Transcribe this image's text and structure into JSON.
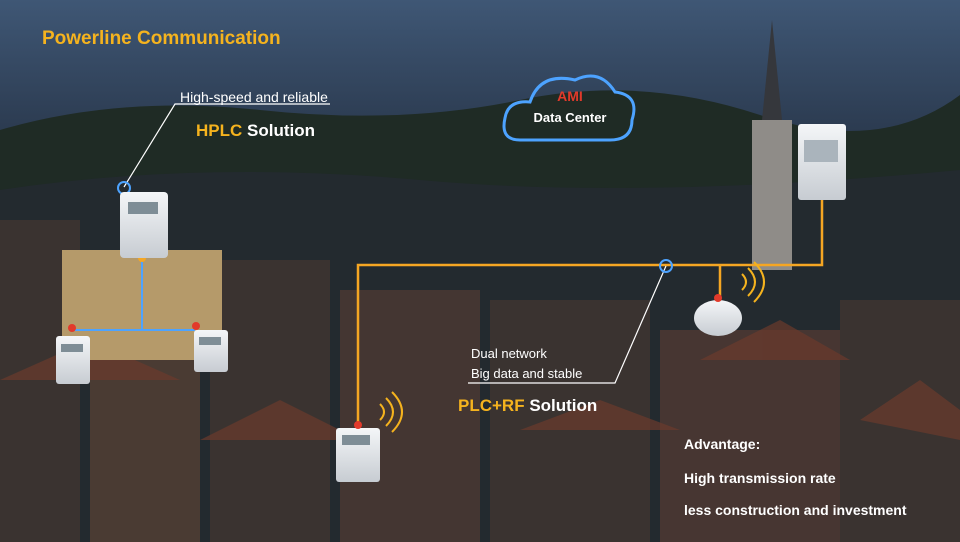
{
  "title": "Powerline Communication",
  "hplc": {
    "tagline": "High-speed and reliable",
    "highlight": "HPLC",
    "suffix": " Solution"
  },
  "cloud": {
    "line1": "AMI",
    "line2": "Data Center"
  },
  "plcrf": {
    "line1": "Dual network",
    "line2": "Big data and stable",
    "highlight": "PLC+RF",
    "suffix": " Solution"
  },
  "advantage": {
    "heading": "Advantage:",
    "items": [
      "High transmission rate",
      "less construction and investment"
    ]
  },
  "colors": {
    "accent": "#f5b31e",
    "link": "#f5a623",
    "ami": "#e23a2b",
    "node": "#4da3ff"
  }
}
